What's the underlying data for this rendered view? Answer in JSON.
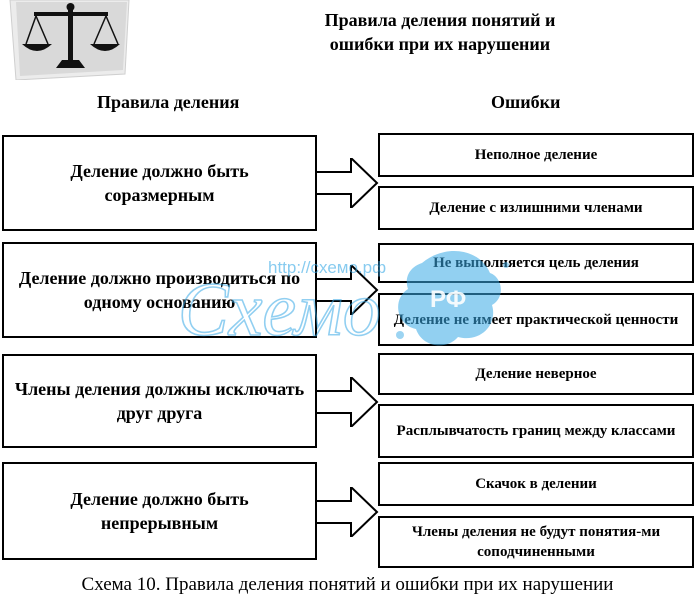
{
  "title": {
    "line1": "Правила деления понятий и",
    "line2": "ошибки при их нарушении"
  },
  "columns": {
    "rules": "Правила деления",
    "errors": "Ошибки"
  },
  "rules": [
    {
      "text": "Деление должно быть соразмерным",
      "errors": [
        "Неполное деление",
        "Деление с излишними членами"
      ]
    },
    {
      "text": "Деление должно производиться по одному основанию",
      "errors": [
        "Не выполняется цель деления",
        "Деление не имеет практической ценности"
      ]
    },
    {
      "text": "Члены деления должны исключать друг друга",
      "errors": [
        "Деление неверное",
        "Расплывчатость границ между классами"
      ]
    },
    {
      "text": "Деление должно быть непрерывным",
      "errors": [
        "Скачок в делении",
        "Члены деления не будут понятия-ми соподчиненными"
      ]
    }
  ],
  "watermark": {
    "url": "http://схемо.рф",
    "brand": "Схемо",
    "badge": "РФ"
  },
  "caption": "Схема 10. Правила деления понятий и ошибки при их нарушении",
  "colors": {
    "watermark": "#39a9e6",
    "border": "#000000"
  },
  "icons": {
    "logo": "scales-icon"
  }
}
